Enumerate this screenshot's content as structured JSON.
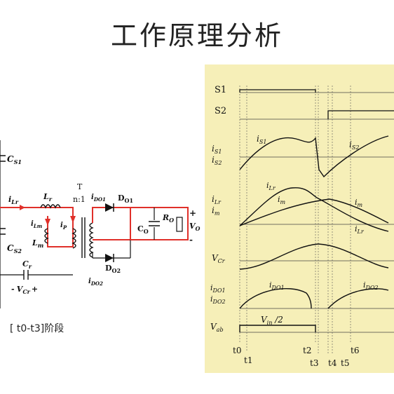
{
  "title": "工作原理分析",
  "caption": "[ t0-t3]阶段",
  "circuit": {
    "cs1": "C",
    "cs1_sub": "S1",
    "cs2": "C",
    "cs2_sub": "S2",
    "ilr": "i",
    "ilr_sub": "Lr",
    "lr": "L",
    "lr_sub": "r",
    "ilm": "i",
    "ilm_sub": "Lm",
    "lm": "L",
    "lm_sub": "m",
    "ip": "i",
    "ip_sub": "P",
    "t": "T",
    "ratio": "n:1",
    "ido1": "i",
    "ido1_sub": "DO1",
    "do1": "D",
    "do1_sub": "O1",
    "co": "C",
    "co_sub": "O",
    "ro": "R",
    "ro_sub": "O",
    "vo": "V",
    "vo_sub": "O",
    "plus_out": "+",
    "minus_out": "-",
    "cr": "C",
    "cr_sub": "r",
    "vcr": "V",
    "vcr_sub": "Cr",
    "vcr_minus": "-",
    "vcr_plus": "+",
    "do2": "D",
    "do2_sub": "O2",
    "ido2": "i",
    "ido2_sub": "DO2"
  },
  "waveform": {
    "s1": "S1",
    "s2": "S2",
    "is1_axis": "i",
    "is1_axis_sub": "S1",
    "is2_axis": "i",
    "is2_axis_sub": "S2",
    "is1_curve": "i",
    "is1_curve_sub": "S1",
    "is2_curve": "i",
    "is2_curve_sub": "S2",
    "ilr_axis": "i",
    "ilr_axis_sub": "Lr",
    "im_axis": "i",
    "im_axis_sub": "m",
    "ilr_curve": "i",
    "ilr_curve_sub": "Lr",
    "im_curve": "i",
    "im_curve_sub": "m",
    "im_curve2": "i",
    "im_curve2_sub": "m",
    "ilr_curve2": "i",
    "ilr_curve2_sub": "Lr",
    "vcr_axis": "V",
    "vcr_axis_sub": "Cr",
    "ido1_axis": "i",
    "ido1_axis_sub": "DO1",
    "ido2_axis": "i",
    "ido2_axis_sub": "DO2",
    "ido1_curve": "i",
    "ido1_curve_sub": "DO1",
    "ido2_curve": "i",
    "ido2_curve_sub": "DO2",
    "vab_axis": "V",
    "vab_axis_sub": "ab",
    "vin": "V",
    "vin_sub": "in",
    "vin_div": " /2",
    "t0": "t0",
    "t1": "t1",
    "t2": "t2",
    "t3": "t3",
    "t4": "t4",
    "t5": "t5",
    "t6": "t6"
  },
  "colors": {
    "panel": "#f6efb8",
    "highlight": "#e0302a",
    "wire": "#111111"
  }
}
